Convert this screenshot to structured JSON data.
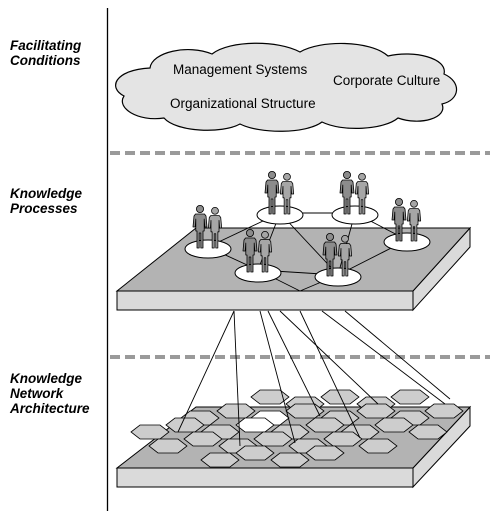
{
  "layers": [
    {
      "title_lines": [
        "Facilitating",
        "Conditions"
      ]
    },
    {
      "title_lines": [
        "Knowledge",
        "Processes"
      ]
    },
    {
      "title_lines": [
        "Knowledge",
        "Network",
        "Architecture"
      ]
    }
  ],
  "conditions": [
    "Management Systems",
    "Corporate Culture",
    "Organizational Structure"
  ],
  "icons": {
    "people_pair": "two-people-icon"
  },
  "colors": {
    "platform_top": "#b3b3b3",
    "platform_side": "#dadada",
    "hexagon": "#cdcdcd",
    "dash": "#9a9a9a",
    "people": "#8c8c8c"
  }
}
